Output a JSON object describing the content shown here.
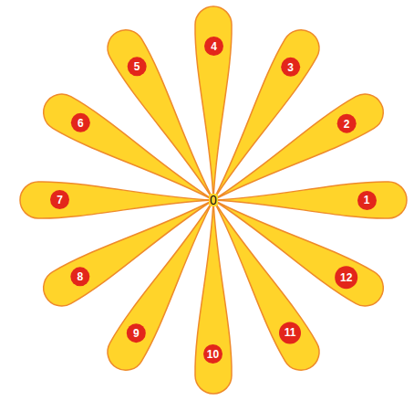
{
  "diagram": {
    "nodes": [
      {
        "text": [
          "1"
        ]
      },
      {
        "text": [
          "2"
        ]
      },
      {
        "text": [
          "3"
        ]
      },
      {
        "text": [
          "4"
        ]
      },
      {
        "text": [
          "5"
        ]
      },
      {
        "text": [
          "6"
        ]
      },
      {
        "text": [
          "7"
        ]
      },
      {
        "text": [
          "8"
        ]
      },
      {
        "text": [
          "9"
        ]
      },
      {
        "text": [
          "10"
        ]
      },
      {
        "text": [
          "11"
        ]
      },
      {
        "text": [
          "12"
        ]
      }
    ],
    "labels": [
      "0"
    ]
  }
}
